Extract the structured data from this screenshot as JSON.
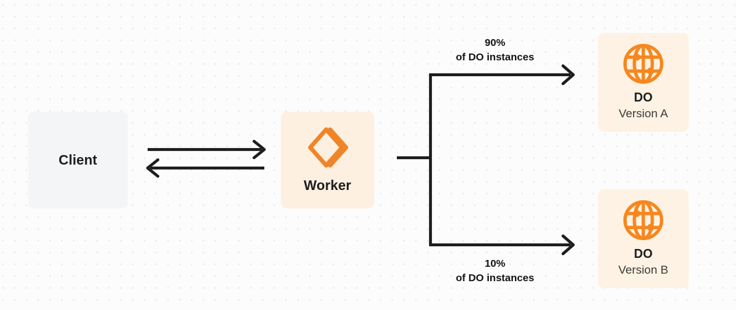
{
  "diagram": {
    "title": "Durable Object gradual deployment routing",
    "background": {
      "color": "#fcfcfc",
      "dot_color": "#e9e9ec"
    },
    "nodes": [
      {
        "id": "client",
        "label": "Client",
        "sublabel": "",
        "icon": "",
        "fill": "#f4f5f7"
      },
      {
        "id": "worker",
        "label": "Worker",
        "sublabel": "",
        "icon": "cloudflare-workers-icon",
        "fill": "#fdf0e0",
        "icon_color": "#f08429"
      },
      {
        "id": "do-a",
        "label": "DO",
        "sublabel": "Version A",
        "icon": "globe-icon",
        "fill": "#fdf2e3",
        "icon_color": "#f6871f"
      },
      {
        "id": "do-b",
        "label": "DO",
        "sublabel": "Version B",
        "icon": "globe-icon",
        "fill": "#fdf2e3",
        "icon_color": "#f6871f"
      }
    ],
    "edges": [
      {
        "id": "client-to-worker",
        "from": "client",
        "to": "worker",
        "direction": "right",
        "label": ""
      },
      {
        "id": "worker-to-client",
        "from": "worker",
        "to": "client",
        "direction": "left",
        "label": ""
      },
      {
        "id": "worker-to-do-a",
        "from": "worker",
        "to": "do-a",
        "direction": "right",
        "label_line1": "90%",
        "label_line2": "of DO instances"
      },
      {
        "id": "worker-to-do-b",
        "from": "worker",
        "to": "do-b",
        "direction": "right",
        "label_line1": "10%",
        "label_line2": "of DO instances"
      }
    ],
    "stroke_color": "#1d1d1f"
  }
}
